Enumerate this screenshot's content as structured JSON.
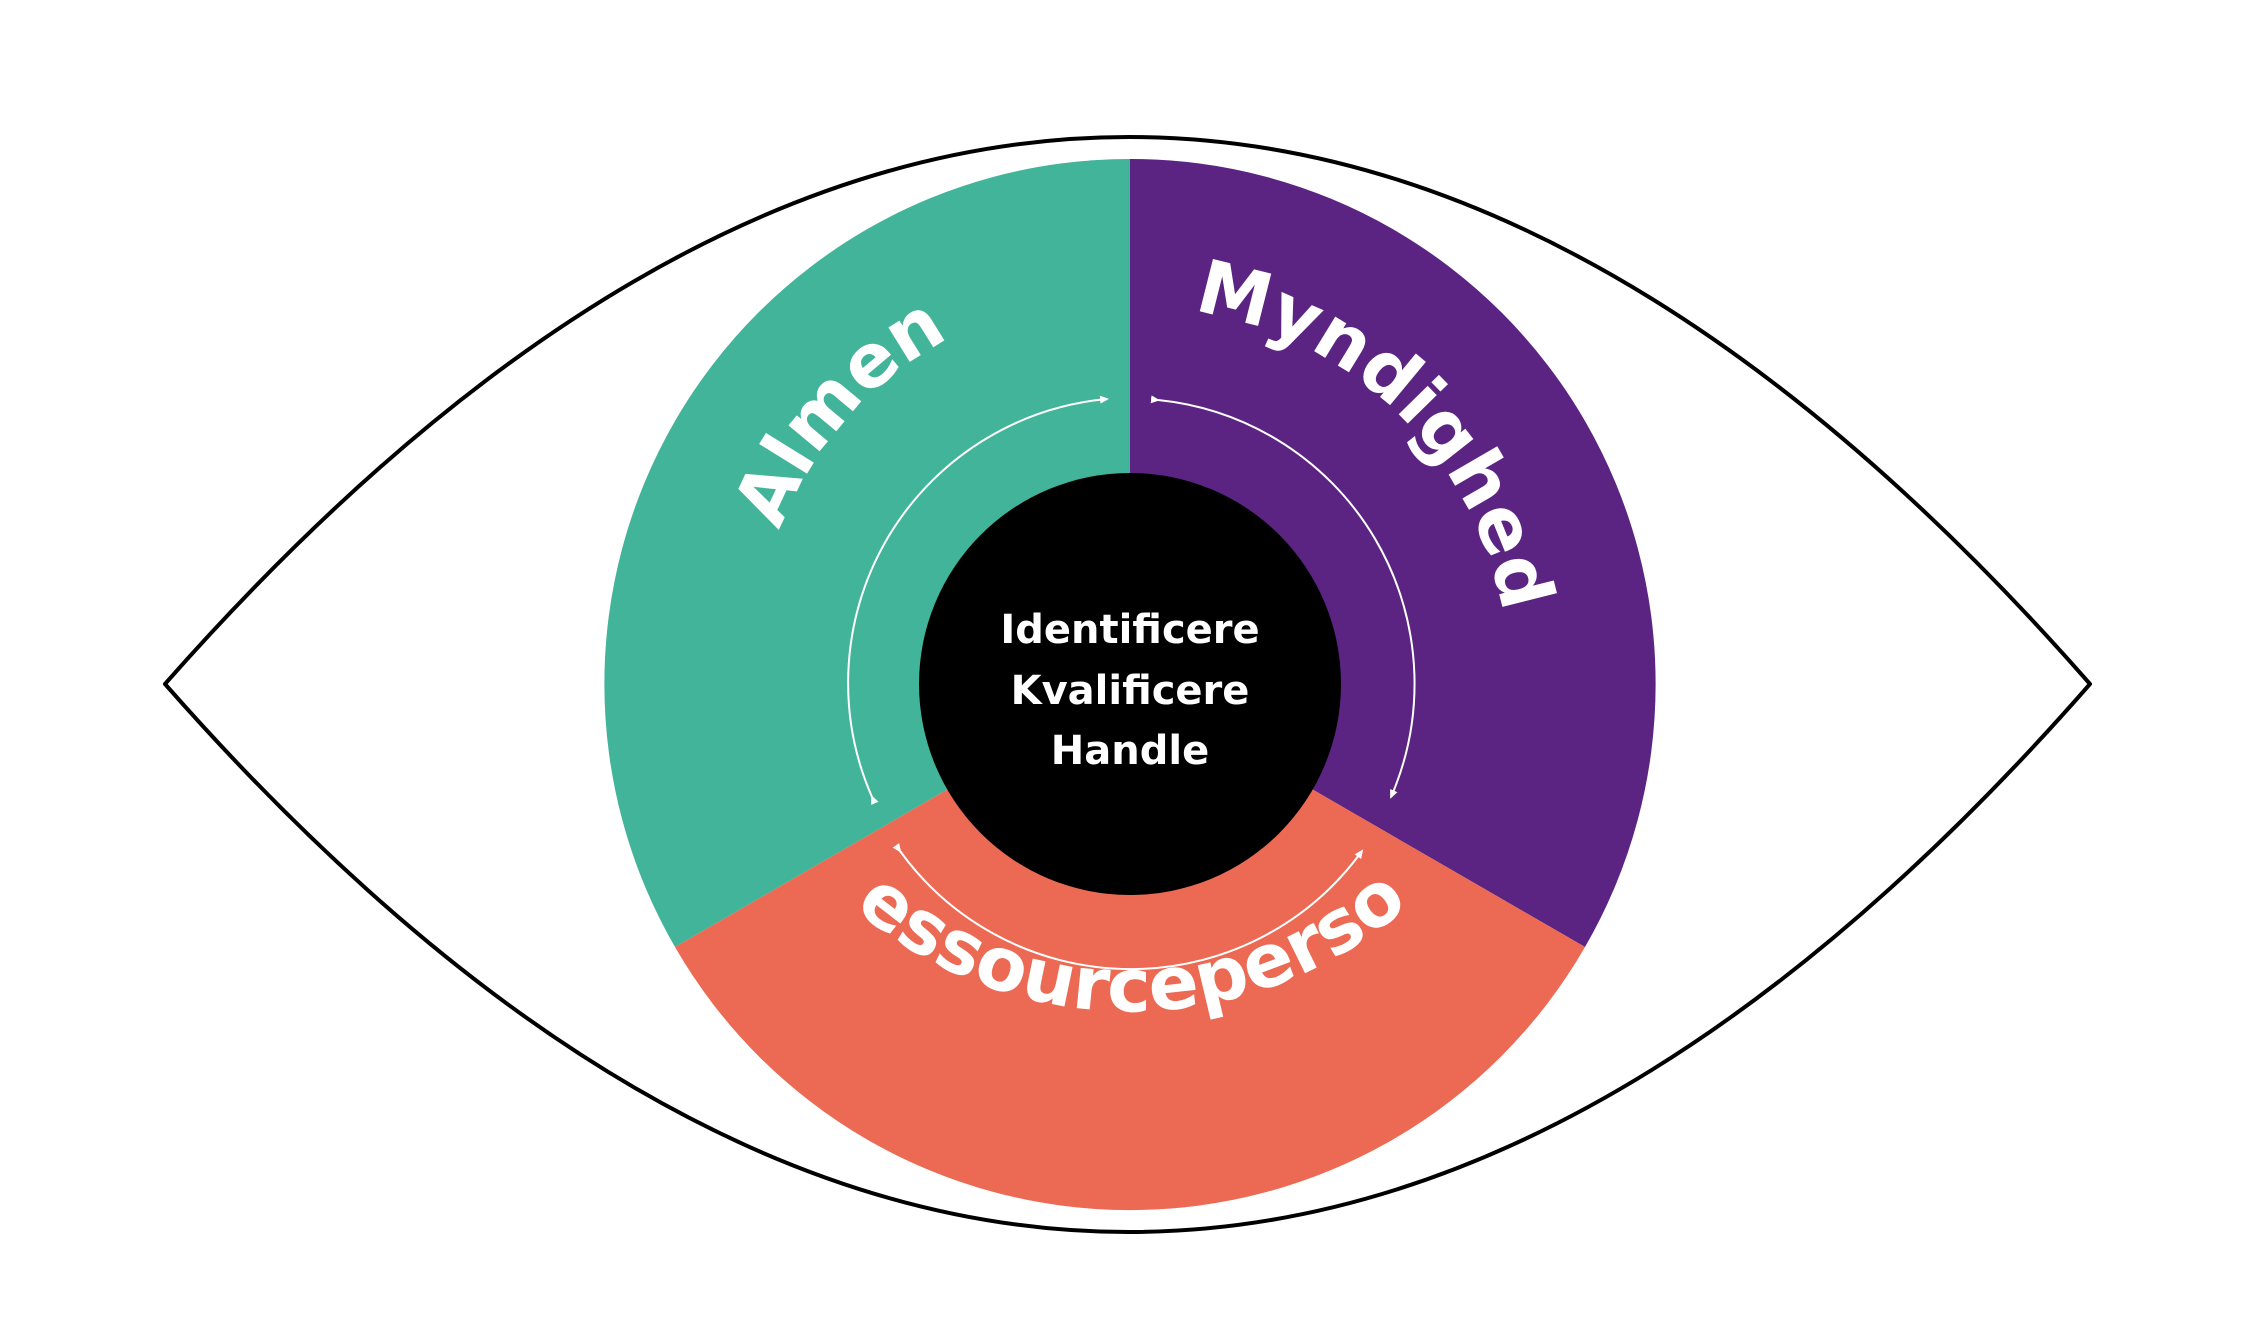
{
  "diagram": {
    "segments": [
      {
        "id": "almen",
        "label": "Almen",
        "color": "#41b49a"
      },
      {
        "id": "myndighed",
        "label": "Myndighed",
        "color": "#5b2482"
      },
      {
        "id": "ressourceperson",
        "label": "Ressourceperson",
        "color": "#ec6a54"
      }
    ],
    "center": {
      "color": "#000000",
      "lines": [
        "Identificere",
        "Kvalificere",
        "Handle"
      ]
    },
    "arrow_color": "#ffffff",
    "outline_color": "#000000"
  }
}
